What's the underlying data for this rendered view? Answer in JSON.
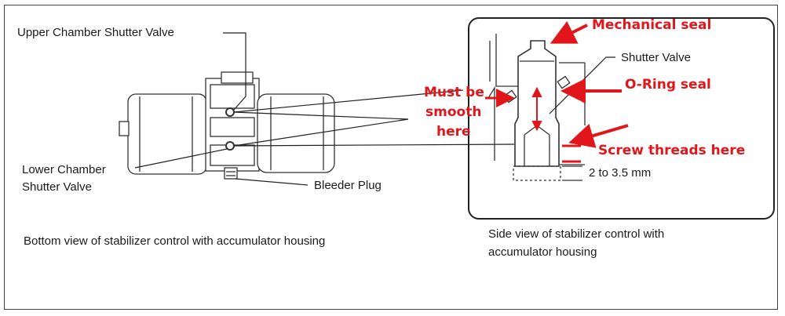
{
  "labels": {
    "upper_valve": "Upper Chamber Shutter Valve",
    "lower_valve_line1": "Lower Chamber",
    "lower_valve_line2": "Shutter Valve",
    "bleeder_plug": "Bleeder Plug",
    "bottom_caption": "Bottom view of stabilizer control with accumulator housing",
    "side_caption_line1": "Side view of stabilizer control with",
    "side_caption_line2": "accumulator housing",
    "shutter_valve": "Shutter Valve",
    "dimension": "2 to 3.5 mm"
  },
  "annotations": {
    "mechanical_seal": "Mechanical seal",
    "oring_seal": "O-Ring seal",
    "must_be_line1": "Must be",
    "must_be_line2": "smooth",
    "must_be_line3": "here",
    "screw_threads": "Screw threads here"
  },
  "colors": {
    "annotation": "#e0161b",
    "line_art": "#222222"
  }
}
